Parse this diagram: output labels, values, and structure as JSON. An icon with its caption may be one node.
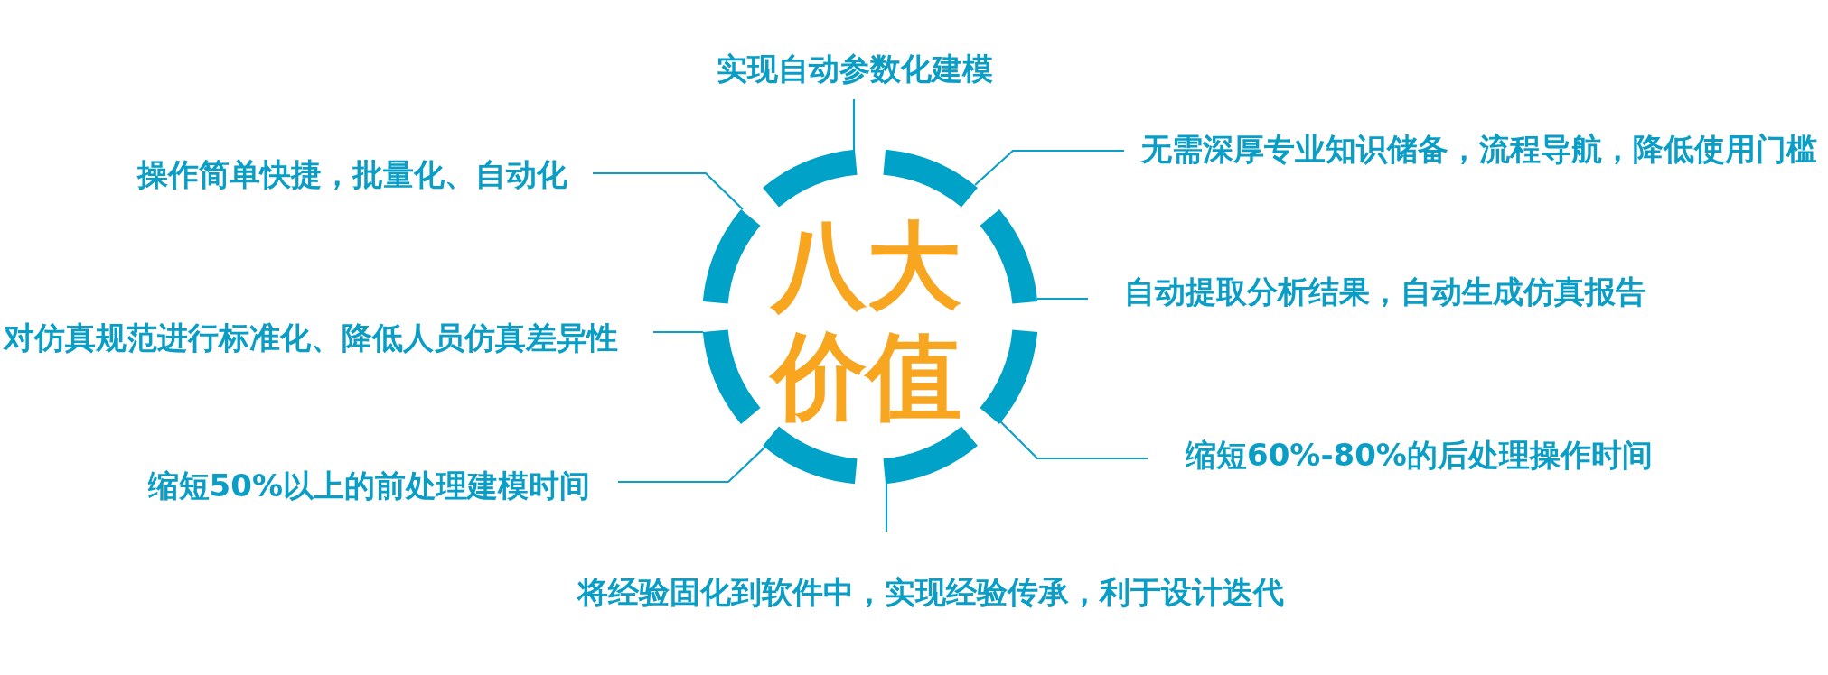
{
  "diagram": {
    "nodes": [
      {
        "text": [
          "八大价值"
        ]
      },
      {
        "text": [
          "实现自动参数化建模"
        ]
      },
      {
        "text": [
          "无需深厚专业知识储备，流程导航，降低使用门槛"
        ]
      },
      {
        "text": [
          "自动提取分析结果，自动生成仿真报告"
        ]
      },
      {
        "text": [
          "缩短60%-80%的后处理操作时间"
        ]
      },
      {
        "text": [
          "将经验固化到软件中，实现经验传承，利于设计迭代"
        ]
      },
      {
        "text": [
          "缩短50%以上的前处理建模时间"
        ]
      },
      {
        "text": [
          "对仿真规范进行标准化、降低人员仿真差异性"
        ]
      },
      {
        "text": [
          "操作简单快捷，批量化、自动化"
        ]
      }
    ],
    "edges": [
      {
        "from": 1,
        "to": 0,
        "arrow": "none"
      },
      {
        "from": 2,
        "to": 0,
        "arrow": "none"
      },
      {
        "from": 3,
        "to": 0,
        "arrow": "none"
      },
      {
        "from": 4,
        "to": 0,
        "arrow": "none"
      },
      {
        "from": 5,
        "to": 0,
        "arrow": "none"
      },
      {
        "from": 6,
        "to": 0,
        "arrow": "none"
      },
      {
        "from": 7,
        "to": 0,
        "arrow": "none"
      },
      {
        "from": 8,
        "to": 0,
        "arrow": "none"
      }
    ]
  }
}
